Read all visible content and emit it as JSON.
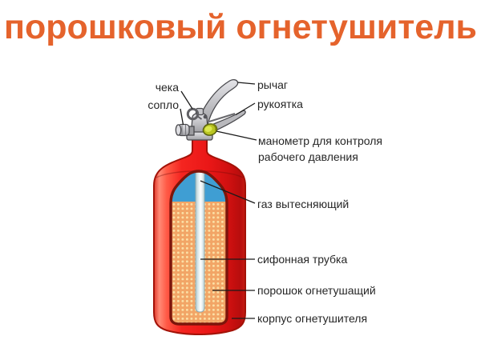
{
  "title": "порошковый огнетушитель",
  "labels": {
    "cheka": "чека",
    "soplo": "сопло",
    "rychag": "рычаг",
    "rukoyatka": "рукоятка",
    "manometr": "манометр для контроля рабочего давления",
    "gaz": "газ вытесняющий",
    "sifon": "сифонная трубка",
    "poroshok": "порошок огнетушащий",
    "korpus": "корпус огнетушителя"
  },
  "colors": {
    "title": "#e5632c",
    "background": "#ffffff",
    "body_red": "#ee1d1d",
    "body_outline": "#a31208",
    "cutaway_outline": "#7c150b",
    "powder": "#f2a566",
    "powder_dot": "#fbdfa5",
    "gas_blue": "#3f9ed3",
    "tube_light": "#e9f4f4",
    "metal": "#c6c6ca",
    "manometer": "#b9c522",
    "label_text": "#262626",
    "leader_line": "#1a1a1a"
  }
}
